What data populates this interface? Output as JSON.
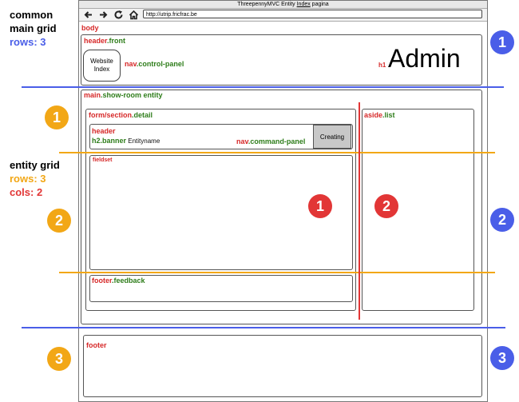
{
  "legend": {
    "main": {
      "line1": "common",
      "line2": "main grid",
      "rows": "rows: 3"
    },
    "entity": {
      "line1": "entity grid",
      "rows": "rows: 3",
      "cols": "cols: 2"
    }
  },
  "browser": {
    "title_before": "ThreepennyMVC Entity ",
    "title_link": "Index",
    "title_after": " pagina",
    "url": "http://utrip.fricfrac.be",
    "nav_icons": [
      "back-arrow-icon",
      "forward-arrow-icon",
      "reload-icon",
      "home-icon"
    ]
  },
  "labels": {
    "body": "body",
    "header_front_tag": "header",
    "header_front_class": ".front",
    "website_index": "Website Index",
    "nav_control_tag": "nav",
    "nav_control_class": ".control-panel",
    "h1_tag": "h1",
    "h1_text": "Admin",
    "main_tag": "main",
    "main_class": ".show-room entity",
    "form_tag": "form/section",
    "form_class": ".detail",
    "inner_header": "header",
    "h2_tag": "h2",
    "h2_class": ".banner",
    "entityname": "Entityname",
    "nav_cmd_tag": "nav",
    "nav_cmd_class": ".command-panel",
    "creating": "Creating",
    "fieldset": "fieldset",
    "aside_tag": "aside",
    "aside_class": ".list",
    "footer_fb_tag": "footer",
    "footer_fb_class": ".feedback",
    "footer": "footer"
  },
  "markers": {
    "blue": [
      "1",
      "2",
      "3"
    ],
    "orange": [
      "1",
      "2",
      "3"
    ],
    "red": [
      "1",
      "2"
    ]
  },
  "colors": {
    "blue": "#4a5ee8",
    "orange": "#f2a716",
    "red": "#e23636",
    "tag_red": "#d62828",
    "class_green": "#2e7d1a"
  }
}
